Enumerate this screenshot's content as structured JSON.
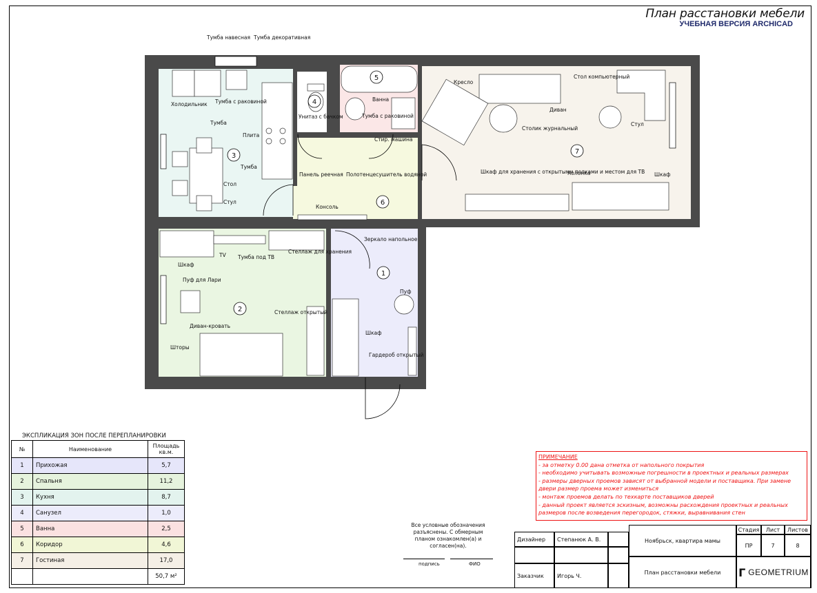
{
  "header": {
    "title": "План расстановки мебели",
    "subtitle": "УЧЕБНАЯ ВЕРСИЯ ARCHICAD"
  },
  "colors": {
    "kitchen": "#eaf6f3",
    "bedroom": "#eaf6e2",
    "hall": "#ececfb",
    "bath": "#fbe7e7",
    "corridor": "#f6f9df",
    "living": "#f7f3ec",
    "wall": "#4a4a4a",
    "note": "#e11111",
    "brand": "#1f2a6b"
  },
  "plan": {
    "room_numbers": [
      "1",
      "2",
      "3",
      "4",
      "5",
      "6",
      "7"
    ],
    "labels": {
      "tumba_navesnaya": "Тумба навесная",
      "tumba_dekor": "Тумба декоративная",
      "holodilnik": "Холодильник",
      "tumba_rakovina_kitchen": "Тумба с раковиной",
      "tumba_1": "Тумба",
      "plita": "Плита",
      "tumba_2": "Тумба",
      "stol": "Стол",
      "stul_kitchen": "Стул",
      "unitaz": "Унитаз с бачком",
      "vanna": "Ванна",
      "tumba_rakovina_bath": "Тумба с раковиной",
      "stir_mashina": "Стир. машина",
      "panel": "Панель реечная",
      "polotence": "Полотенцесушитель водяной",
      "konsol": "Консоль",
      "kreslo": "Кресло",
      "stol_komp": "Стол компьютерный",
      "divan": "Диван",
      "stolik": "Столик журнальный",
      "stul_living": "Стул",
      "shkaf_tv": "Шкаф для хранения с открытыми полками и местом для ТВ",
      "kolonka": "Колонка",
      "shkaf_living": "Шкаф",
      "shkaf_bed": "Шкаф",
      "tv": "TV",
      "tumba_tv": "Тумба под ТВ",
      "stellazh_hran": "Стеллаж для хранения",
      "zerkalo": "Зеркало напольное",
      "puf_lari": "Пуф для Лари",
      "divan_krovat": "Диван-кровать",
      "stellazh_otkr": "Стеллаж открытый",
      "puf": "Пуф",
      "shkaf_hall": "Шкаф",
      "shtory": "Шторы",
      "garderob": "Гардероб открытый"
    }
  },
  "explication": {
    "caption": "ЭКСПЛИКАЦИЯ ЗОН ПОСЛЕ ПЕРЕПЛАНИРОВКИ",
    "headers": [
      "№",
      "Наименование",
      "Площадь кв.м."
    ],
    "rows": [
      {
        "num": "1",
        "name": "Прихожая",
        "area": "5,7"
      },
      {
        "num": "2",
        "name": "Спальня",
        "area": "11,2"
      },
      {
        "num": "3",
        "name": "Кухня",
        "area": "8,7"
      },
      {
        "num": "4",
        "name": "Санузел",
        "area": "1,0"
      },
      {
        "num": "5",
        "name": "Ванна",
        "area": "2,5"
      },
      {
        "num": "6",
        "name": "Коридор",
        "area": "4,6"
      },
      {
        "num": "7",
        "name": "Гостиная",
        "area": "17,0"
      }
    ],
    "total": "50,7 м²"
  },
  "note": {
    "heading": "ПРИМЕЧАНИЕ",
    "lines": [
      "- за отметку 0.00 дана отметка от напольного покрытия",
      "- необходимо учитывать возможные погрешности в проектных и реальных размерах",
      "- размеры дверных проемов зависят от выбранной модели и поставщика. При замене",
      "двери размер проема может измениться",
      "- монтаж проемов делать по техкарте поставщиков дверей",
      "- данный проект является эскизным, возможны расхождения проектных и реальных",
      "размеров после возведения перегородок, стяжки, выравнивания стен"
    ]
  },
  "stamp": {
    "agreement": "Все условные обозначения разъяснены. С обмерным планом ознакомлен(а) и согласен(на).",
    "signature": "подпись",
    "fio": "ФИО",
    "designer_label": "Дизайнер",
    "designer_name": "Степанюк А. В.",
    "customer_label": "Заказчик",
    "customer_name": "Игорь Ч.",
    "project": "Ноябрьск, квартира мамы",
    "sheet_title": "План расстановки мебели",
    "stage_label": "Стадия",
    "sheet_label": "Лист",
    "sheets_label": "Листов",
    "stage": "ПР",
    "sheet": "7",
    "sheets": "8",
    "brand": "GEOMETRIUM"
  }
}
